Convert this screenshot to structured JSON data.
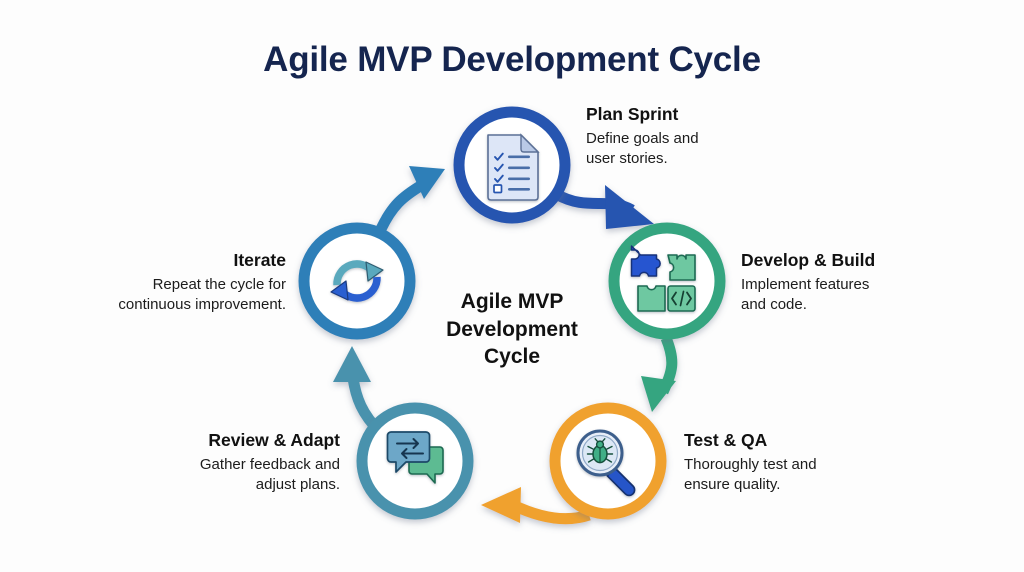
{
  "title": "Agile MVP Development Cycle",
  "center_label": "Agile MVP\nDevelopment\nCycle",
  "colors": {
    "title": "#15254f",
    "background": "#fdfdfd",
    "plan_sprint": "#2554b0",
    "develop_build": "#36a580",
    "test_qa": "#f0a12e",
    "review_adapt": "#4a92ad",
    "iterate": "#2e7fb8",
    "arrow_plan_to_develop": "#2554b0",
    "arrow_develop_to_test": "#36a580",
    "arrow_test_to_review": "#f0a12e",
    "arrow_review_to_iterate": "#4a92ad",
    "arrow_iterate_to_plan": "#2e7fb8"
  },
  "steps": [
    {
      "id": "plan-sprint",
      "title": "Plan Sprint",
      "desc": "Define goals and\nuser stories.",
      "icon": "checklist-document-icon",
      "ring_color": "#2554b0",
      "align": "left"
    },
    {
      "id": "develop-build",
      "title": "Develop & Build",
      "desc": "Implement features\nand code.",
      "icon": "puzzle-code-icon",
      "ring_color": "#36a580",
      "align": "left"
    },
    {
      "id": "test-qa",
      "title": "Test & QA",
      "desc": "Thoroughly test and\nensure quality.",
      "icon": "magnifier-bug-icon",
      "ring_color": "#f0a12e",
      "align": "left"
    },
    {
      "id": "review-adapt",
      "title": "Review & Adapt",
      "desc": "Gather feedback and\nadjust plans.",
      "icon": "speech-bubbles-exchange-icon",
      "ring_color": "#4a92ad",
      "align": "right"
    },
    {
      "id": "iterate",
      "title": "Iterate",
      "desc": "Repeat the cycle for\ncontinuous improvement.",
      "icon": "refresh-cycle-icon",
      "ring_color": "#2e7fb8",
      "align": "right"
    }
  ],
  "arrows": [
    {
      "id": "plan-to-develop",
      "from": "Plan Sprint",
      "to": "Develop & Build",
      "color": "#2554b0"
    },
    {
      "id": "develop-to-test",
      "from": "Develop & Build",
      "to": "Test & QA",
      "color": "#36a580"
    },
    {
      "id": "test-to-review",
      "from": "Test & QA",
      "to": "Review & Adapt",
      "color": "#f0a12e"
    },
    {
      "id": "review-to-iterate",
      "from": "Review & Adapt",
      "to": "Iterate",
      "color": "#4a92ad"
    },
    {
      "id": "iterate-to-plan",
      "from": "Iterate",
      "to": "Plan Sprint",
      "color": "#2e7fb8"
    }
  ]
}
